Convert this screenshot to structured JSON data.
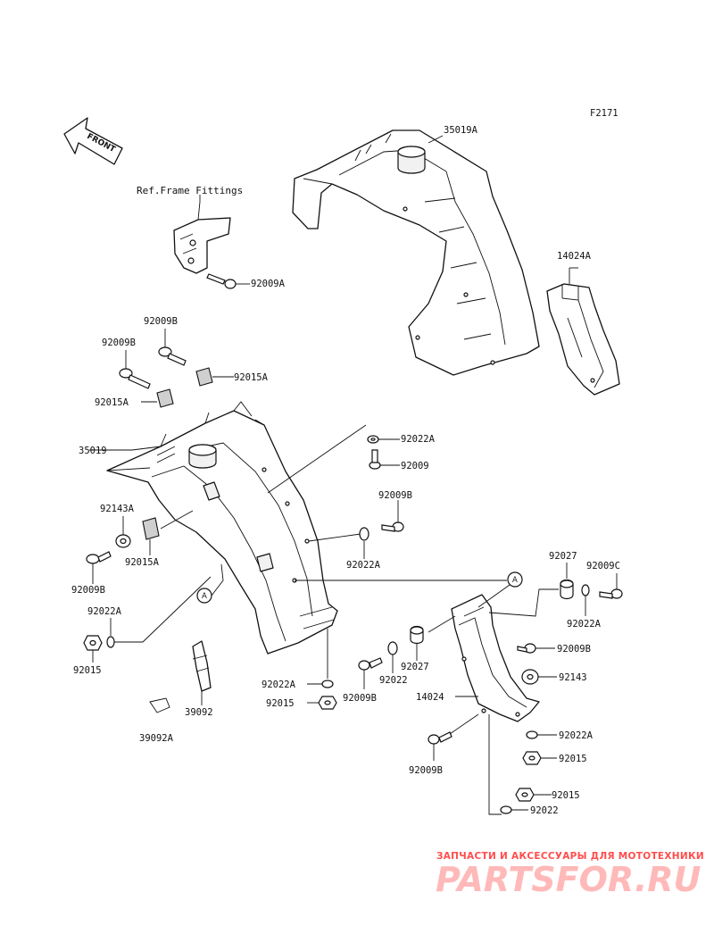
{
  "diagram_code": "F2171",
  "front_label": "FRONT",
  "ref_note": "Ref.Frame Fittings",
  "circle_marker": "A",
  "parts": {
    "p35019A": "35019A",
    "p14024A": "14024A",
    "p92009A": "92009A",
    "p92009B_top": "92009B",
    "p92009B_left": "92009B",
    "p92015A_top": "92015A",
    "p92015A_left": "92015A",
    "p35019": "35019",
    "p92022A_top": "92022A",
    "p92009_top": "92009",
    "p92009B_mid": "92009B",
    "p92143A": "92143A",
    "p92015A_mid": "92015A",
    "p92022A_mid": "92022A",
    "p92009B_lower_left": "92009B",
    "p92022A_lower_left": "92022A",
    "p92015_lower_left": "92015",
    "p92027_right": "92027",
    "p92009C": "92009C",
    "p92022A_right": "92022A",
    "p92009B_right": "92009B",
    "p92143": "92143",
    "p92027_mid": "92027",
    "p92022_mid": "92022",
    "p92022A_bottom": "92022A",
    "p92015_bottom": "92015",
    "p92009B_bottom_mid": "92009B",
    "p14024": "14024",
    "p92022A_br": "92022A",
    "p92015_br": "92015",
    "p92009B_br": "92009B",
    "p92015_br2": "92015",
    "p92022_br": "92022",
    "p39092": "39092",
    "p39092A": "39092A"
  },
  "watermark": {
    "caption": "ЗАПЧАСТИ И АКСЕССУАРЫ ДЛЯ МОТОТЕХНИКИ",
    "brand": "PARTSFOR.RU"
  }
}
